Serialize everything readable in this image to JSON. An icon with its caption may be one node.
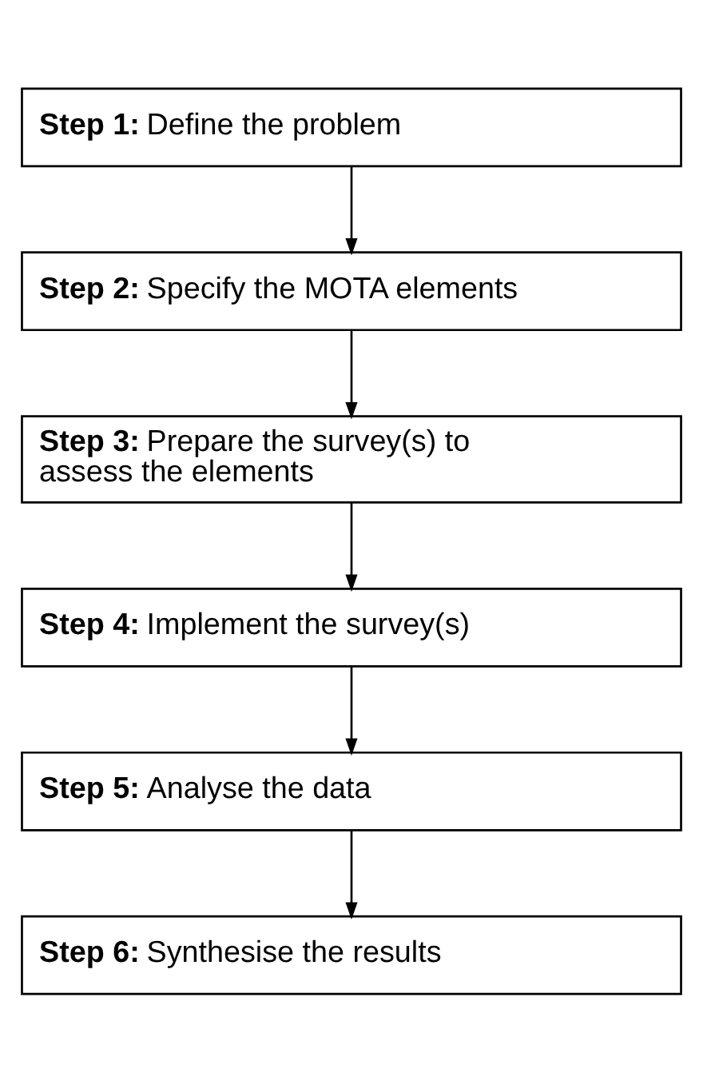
{
  "diagram": {
    "nodes": [
      {
        "text": [
          "**Step 1:** Define the problem"
        ]
      },
      {
        "text": [
          "**Step 2:** Specify the MOTA elements"
        ]
      },
      {
        "text": [
          "**Step 3:** Prepare the survey(s) to assess the elements"
        ]
      },
      {
        "text": [
          "**Step 4:** Implement the survey(s)"
        ]
      },
      {
        "text": [
          "**Step 5:** Analyse the data"
        ]
      },
      {
        "text": [
          "**Step 6:** Synthesise the results"
        ]
      }
    ],
    "edges": [
      {
        "from": 0,
        "to": 1,
        "arrow": "to"
      },
      {
        "from": 1,
        "to": 2,
        "arrow": "to"
      },
      {
        "from": 2,
        "to": 3,
        "arrow": "to"
      },
      {
        "from": 3,
        "to": 4,
        "arrow": "to"
      },
      {
        "from": 4,
        "to": 5,
        "arrow": "to"
      }
    ]
  }
}
